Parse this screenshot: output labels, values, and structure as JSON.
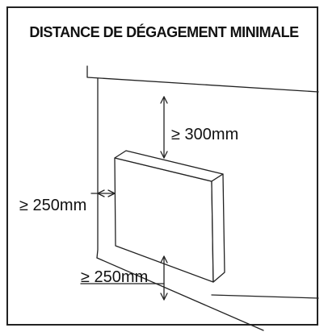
{
  "title": "DISTANCE DE DÉGAGEMENT MINIMALE",
  "clearances": {
    "top": "≥ 300mm",
    "side": "≥ 250mm",
    "floor": "≥ 250mm"
  },
  "colors": {
    "line": "#222222",
    "text": "#111111",
    "background": "#ffffff"
  }
}
